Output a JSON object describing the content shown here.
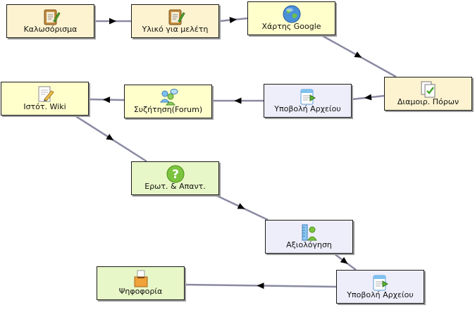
{
  "diagram": {
    "nodes": [
      {
        "id": "welcome",
        "label": "Καλωσόρισμα",
        "icon": "notepad-pencil-icon",
        "bg": "orange"
      },
      {
        "id": "study",
        "label": "Υλικό για μελέτη",
        "icon": "notepad-pencil-icon",
        "bg": "orange"
      },
      {
        "id": "map",
        "label": "Χάρτης Google",
        "icon": "globe-icon",
        "bg": "yellow"
      },
      {
        "id": "share",
        "label": "Διαμοιρ. Πόρων",
        "icon": "shared-document-icon",
        "bg": "orange"
      },
      {
        "id": "submit1",
        "label": "Υποβολή Αρχείου",
        "icon": "file-upload-icon",
        "bg": "purple"
      },
      {
        "id": "forum",
        "label": "Συζήτηση(Forum)",
        "icon": "people-chat-icon",
        "bg": "yellow"
      },
      {
        "id": "wiki",
        "label": "Ιστότ. Wiki",
        "icon": "edit-document-icon",
        "bg": "yellow"
      },
      {
        "id": "qa",
        "label": "Ερωτ. & Απαντ.",
        "icon": "question-mark-icon",
        "bg": "green"
      },
      {
        "id": "assess",
        "label": "Αξιολόγηση",
        "icon": "ruler-person-icon",
        "bg": "purple"
      },
      {
        "id": "submit2",
        "label": "Υποβολή Αρχείου",
        "icon": "file-upload-icon",
        "bg": "purple"
      },
      {
        "id": "vote",
        "label": "Ψηφοφορία",
        "icon": "ballot-box-icon",
        "bg": "green"
      }
    ],
    "edges": [
      {
        "from": "welcome",
        "to": "study"
      },
      {
        "from": "study",
        "to": "map"
      },
      {
        "from": "map",
        "to": "share"
      },
      {
        "from": "share",
        "to": "submit1"
      },
      {
        "from": "submit1",
        "to": "forum"
      },
      {
        "from": "forum",
        "to": "wiki"
      },
      {
        "from": "wiki",
        "to": "qa"
      },
      {
        "from": "qa",
        "to": "assess"
      },
      {
        "from": "assess",
        "to": "submit2"
      },
      {
        "from": "submit2",
        "to": "vote"
      }
    ],
    "colors": {
      "line": "#8a8aa3",
      "arrow": "#000000",
      "orange": "#fdf3d0",
      "yellow": "#ffffcc",
      "purple": "#eeeefb",
      "green": "#e8f7c7"
    }
  }
}
